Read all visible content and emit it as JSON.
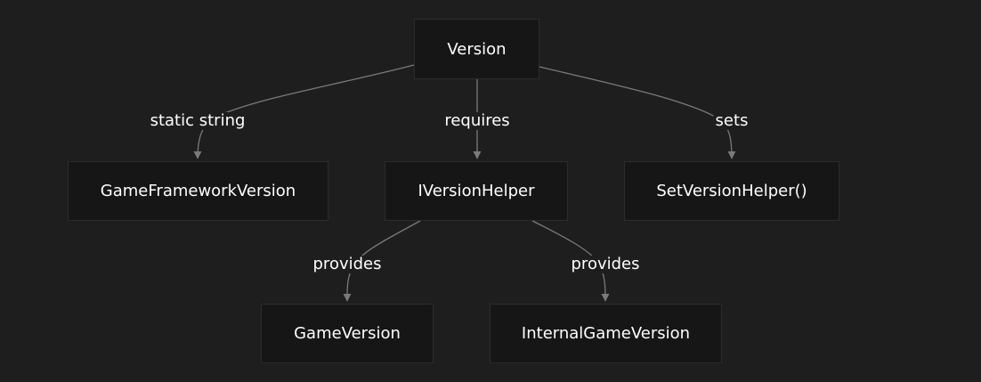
{
  "nodes": {
    "version": "Version",
    "game_framework_version": "GameFrameworkVersion",
    "iversion_helper": "IVersionHelper",
    "set_version_helper": "SetVersionHelper()",
    "game_version": "GameVersion",
    "internal_game_version": "InternalGameVersion"
  },
  "edges": {
    "version_to_gfv": "static string",
    "version_to_ivh": "requires",
    "version_to_svh": "sets",
    "ivh_to_gv": "provides",
    "ivh_to_igv": "provides"
  },
  "colors": {
    "background": "#1e1e1e",
    "node_fill": "#161616",
    "node_border": "#2c2c2c",
    "edge": "#7a7a7a",
    "text": "#ffffff"
  }
}
